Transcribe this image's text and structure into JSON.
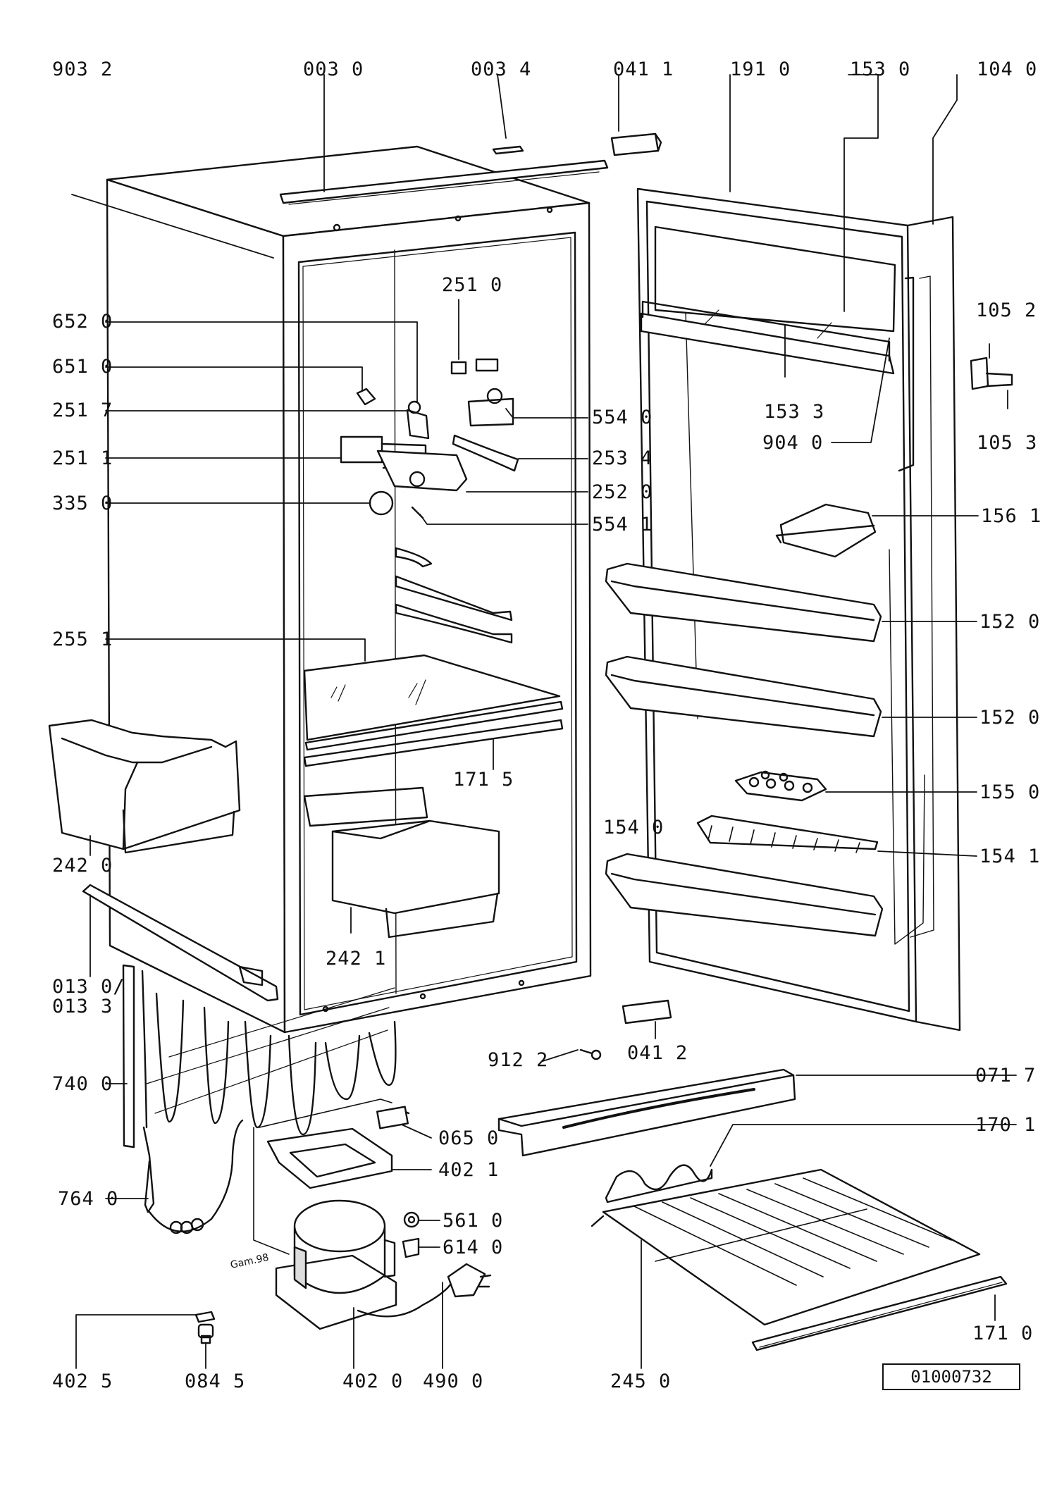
{
  "labels": {
    "l9032": "903 2",
    "l0030": "003 0",
    "l0034": "003 4",
    "l0411": "041 1",
    "l1910": "191 0",
    "l1530": "153 0",
    "l1040": "104 0",
    "l6520": "652 0",
    "l6510": "651 0",
    "l2517": "251 7",
    "l2511": "251 1",
    "l3350": "335 0",
    "l2510": "251 0",
    "l5540": "554 0",
    "l2534": "253 4",
    "l2520": "252 0",
    "l5541": "554 1",
    "l1533": "153 3",
    "l9040": "904 0",
    "l1052": "105 2",
    "l1053": "105 3",
    "l1561": "156 1",
    "l1520a": "152 0",
    "l1520b": "152 0",
    "l1550": "155 0",
    "l1540": "154 0",
    "l1541": "154 1",
    "l2551": "255 1",
    "l1715": "171 5",
    "l2420": "242 0",
    "l2421": "242 1",
    "l0130": "013 0/",
    "l0133": "013 3",
    "l7400": "740 0",
    "l9122": "912 2",
    "l0412": "041 2",
    "l0717": "071 7",
    "l0650": "065 0",
    "l1701": "170 1",
    "l4021": "402 1",
    "l7640": "764 0",
    "l5610": "561 0",
    "l6140": "614 0",
    "l1710": "171 0",
    "l4025": "402 5",
    "l0845": "084 5",
    "l4020": "402 0",
    "l4900": "490 0",
    "l2450": "245 0"
  },
  "drawing_note": "Gam.98",
  "document_id": "01000732"
}
